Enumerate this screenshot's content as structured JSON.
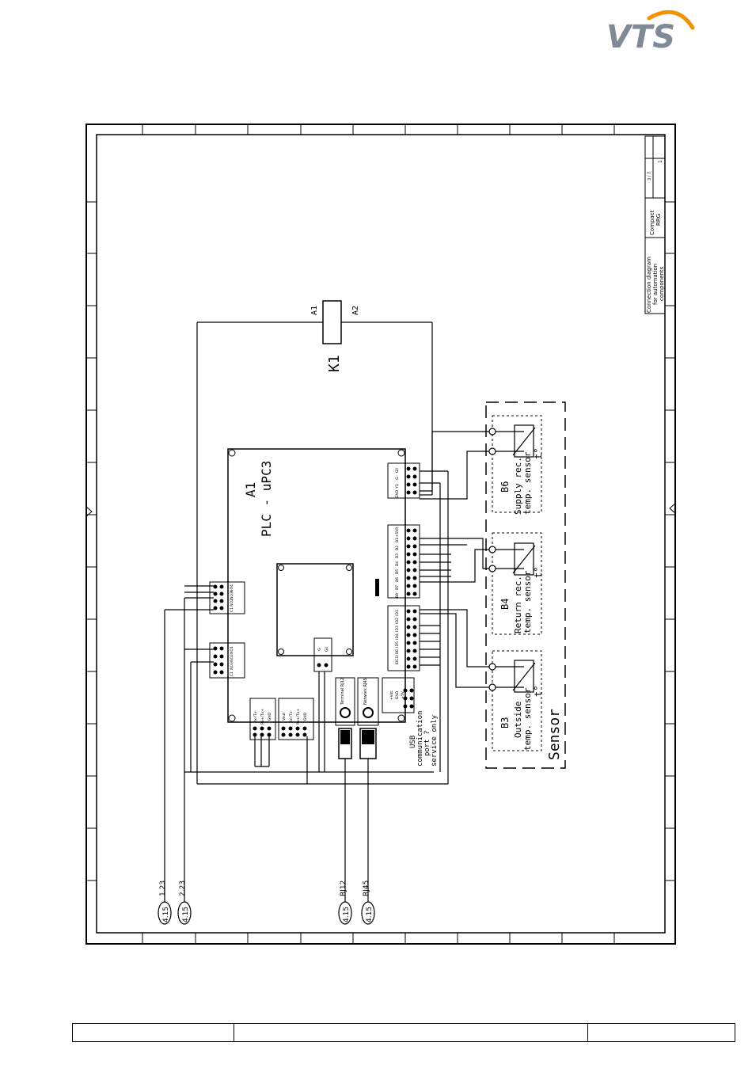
{
  "logo": {
    "text": "VTS",
    "colors": {
      "text": "#7f8a96",
      "arc": "#f39200"
    }
  },
  "title_block": {
    "title_line1": "Connection diagram",
    "title_line2": "for automation",
    "title_line3": "components",
    "unit_line1": "Compact",
    "unit_line2": "RRG",
    "sheet": "3 / 7",
    "sheet_no": "1"
  },
  "components": {
    "k1": {
      "label": "K1",
      "pin_a1": "A1",
      "pin_a2": "A2"
    },
    "plc": {
      "id": "A1",
      "name": "PLC - uPC3"
    },
    "terminal_port": {
      "label": "Terminal RJ12"
    },
    "network_port": {
      "label": "Network RJ45"
    },
    "usb": {
      "line1": "USB",
      "line2": "communication",
      "line3": "port ?",
      "line4": "service only"
    },
    "b6": {
      "id": "B6",
      "line1": "Supply rec.",
      "line2": "temp. sensor",
      "symbol": "t°"
    },
    "b4": {
      "id": "B4",
      "line1": "Return rec.",
      "line2": "temp. sensor",
      "symbol": "t°"
    },
    "b3": {
      "id": "B3",
      "line1": "Outside",
      "line2": "temp. sensor",
      "symbol": "t°"
    },
    "sensor_group": {
      "label": "Sensor"
    }
  },
  "references": [
    {
      "ref": "4.15",
      "signal": "1.23"
    },
    {
      "ref": "4.15",
      "signal": "2.23"
    },
    {
      "ref": "4.15",
      "signal": "RJ12"
    },
    {
      "ref": "4.15",
      "signal": "RJ45"
    }
  ],
  "terminals": {
    "block_ao": [
      "G0",
      "G",
      "Y1",
      "GND"
    ],
    "block_di": [
      "+5VR",
      "B1",
      "B2",
      "B3",
      "B4",
      "B5",
      "B6",
      "B7",
      "B8"
    ],
    "block_do": [
      "ID1",
      "ID2",
      "ID3",
      "ID4",
      "ID5",
      "ID6",
      "IDC1"
    ],
    "block_no1": [
      "NO4",
      "NO3",
      "NO2",
      "C1"
    ],
    "block_no2": [
      "NO1",
      "NO2",
      "NO3",
      "C1"
    ],
    "block_fb": [
      "Rx-/Tx-",
      "Rx+/Tx+",
      "GND"
    ],
    "block_bms": [
      "Vout",
      "Rx-/Tx-",
      "Rx+/Tx+",
      "GND"
    ],
    "block_g": [
      "G",
      "G0"
    ],
    "block_usb": [
      "+Vdc",
      "GND",
      "+5V"
    ]
  }
}
